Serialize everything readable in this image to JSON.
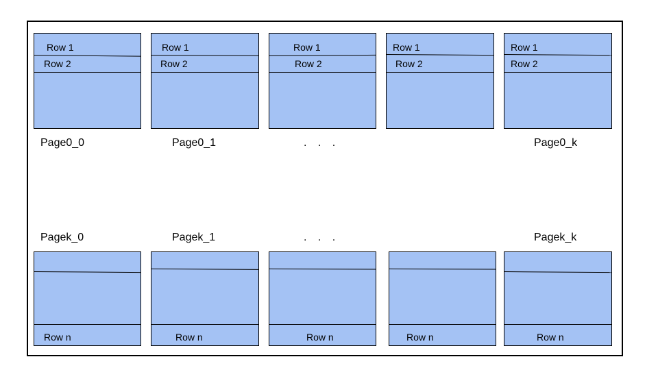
{
  "top_pages": [
    {
      "label": "Page0_0",
      "rows": [
        "Row 1",
        "Row 2"
      ]
    },
    {
      "label": "Page0_1",
      "rows": [
        "Row 1",
        "Row 2"
      ]
    },
    {
      "label": ". . .",
      "rows": [
        "Row 1",
        "Row 2"
      ]
    },
    {
      "label": "",
      "rows": [
        "Row 1",
        "Row 2"
      ]
    },
    {
      "label": "Page0_k",
      "rows": [
        "Row 1",
        "Row 2"
      ]
    }
  ],
  "bottom_pages": [
    {
      "label": "Pagek_0",
      "row": "Row n"
    },
    {
      "label": "Pagek_1",
      "row": "Row n"
    },
    {
      "label": ". . .",
      "row": "Row n"
    },
    {
      "label": "",
      "row": "Row n"
    },
    {
      "label": "Pagek_k",
      "row": "Row n"
    }
  ],
  "colors": {
    "page_fill": "#a4c2f4",
    "stroke": "#000000"
  }
}
